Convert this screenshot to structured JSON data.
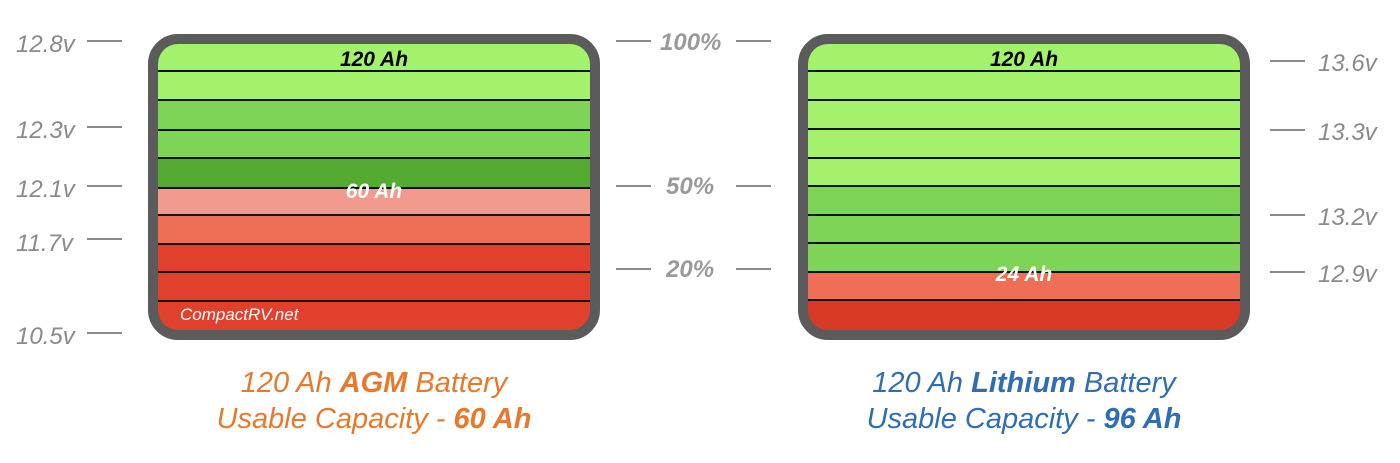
{
  "agm": {
    "voltages": [
      "12.8v",
      "12.3v",
      "12.1v",
      "11.7v",
      "10.5v"
    ],
    "top_label": "120 Ah",
    "mid_label": "60 Ah",
    "watermark": "CompactRV.net",
    "caption_line1_pre": "120 Ah ",
    "caption_line1_bold": "AGM",
    "caption_line1_post": " Battery",
    "caption_line2_pre": "Usable Capacity - ",
    "caption_line2_bold": "60 Ah",
    "caption_color": "#e8782b"
  },
  "percent_labels": [
    "100%",
    "50%",
    "20%"
  ],
  "lithium": {
    "voltages": [
      "13.6v",
      "13.3v",
      "13.2v",
      "12.9v"
    ],
    "top_label": "120 Ah",
    "low_label": "24 Ah",
    "caption_line1_pre": "120 Ah ",
    "caption_line1_bold": "Lithium",
    "caption_line1_post": " Battery",
    "caption_line2_pre": "Usable Capacity - ",
    "caption_line2_bold": "96 Ah",
    "caption_color": "#2f6db5"
  },
  "colors": {
    "light_green": "#a4f26c",
    "mid_green": "#7ed457",
    "dark_green": "#55ab31",
    "pink": "#f29a8e",
    "salmon": "#ee6f55",
    "red": "#e0402c",
    "deep_red": "#d83a25",
    "frame": "#5b5b5b"
  }
}
